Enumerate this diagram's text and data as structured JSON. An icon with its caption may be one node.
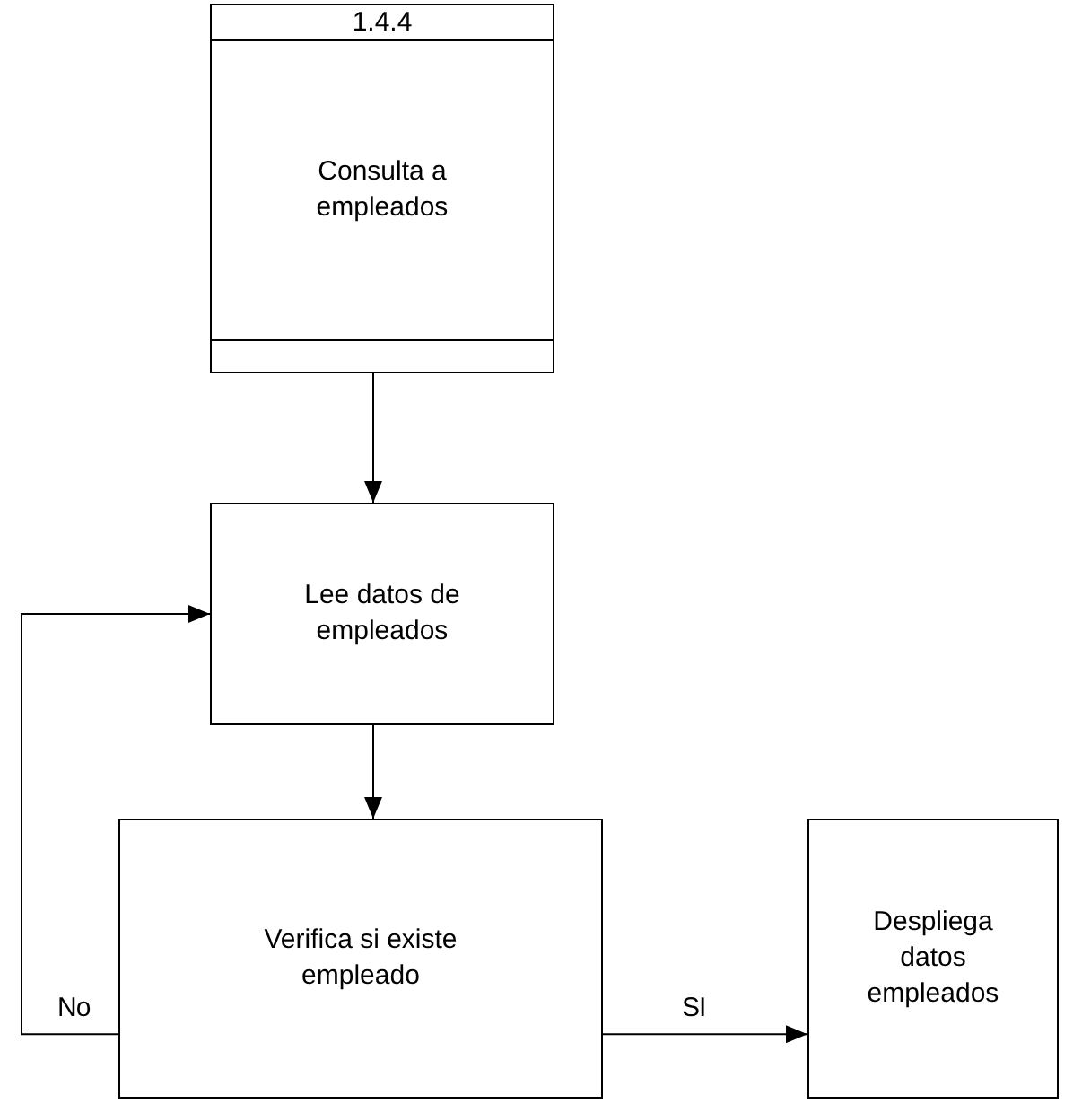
{
  "diagram": {
    "nodes": [
      {
        "text": [
          "1.4.4",
          "Consulta a empleados"
        ]
      },
      {
        "text": [
          "Lee datos de empleados"
        ]
      },
      {
        "text": [
          "Verifica si existe empleado"
        ]
      },
      {
        "text": [
          "Despliega datos empleados"
        ]
      }
    ],
    "edges": [
      {
        "from": 0,
        "to": 1,
        "arrow": "to"
      },
      {
        "from": 1,
        "to": 2,
        "arrow": "to"
      },
      {
        "from": 2,
        "to": 1,
        "arrow": "to",
        "label": "No"
      },
      {
        "from": 2,
        "to": 3,
        "arrow": "to",
        "label": "SI"
      }
    ]
  }
}
